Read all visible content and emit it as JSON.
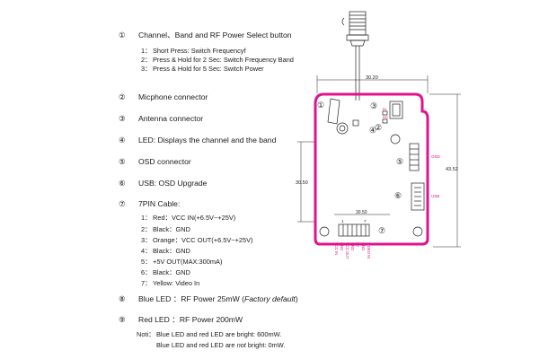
{
  "items": [
    {
      "number": "①",
      "text": "Channel、Band and RF Power Select button"
    },
    {
      "number": "②",
      "text": "Micphone connector"
    },
    {
      "number": "③",
      "text": "Antenna connector"
    },
    {
      "number": "④",
      "text": "LED: Displays the channel and the band"
    },
    {
      "number": "⑤",
      "text": "OSD connector"
    },
    {
      "number": "⑥",
      "text": "USB: OSD Upgrade"
    },
    {
      "number": "⑦",
      "text": "7PIN Cable:"
    },
    {
      "number": "⑧",
      "text": "Blue LED ：RF Power 25mW (",
      "emph": "Factory default",
      "after": ")"
    },
    {
      "number": "⑨",
      "text": "Red LED ：RF Power 200mW"
    }
  ],
  "button_modes": [
    {
      "n": "1：",
      "text": "Short Press: Switch Frequencyf"
    },
    {
      "n": "2：",
      "text": "Press & Hold for 2 Sec: Switch Frequency Band"
    },
    {
      "n": "3：",
      "text": "Press & Hold for 5 Sec: Switch Power"
    }
  ],
  "pins": [
    {
      "n": "1：",
      "text": "Red：VCC IN(+6.5V~+25V)"
    },
    {
      "n": "2：",
      "text": "Black：GND"
    },
    {
      "n": "3：",
      "text": "Orange：VCC OUT(+6.5V~+25V)"
    },
    {
      "n": "4：",
      "text": "Black：GND"
    },
    {
      "n": "5：",
      "text": "+5V OUT(MAX:300mA)"
    },
    {
      "n": "6：",
      "text": "Black：GND"
    },
    {
      "n": "7：",
      "text": "Yellow: Video In"
    }
  ],
  "note": {
    "label": "Noti：",
    "line1": "Blue LED and red LED are bright: 600mW.",
    "line2_pre": "Blue LED and red LED are ",
    "line2_emph": "not",
    "line2_post": " bright: 0mW."
  },
  "diagram": {
    "dim_top": "30.20",
    "dim_left": "30.50",
    "dim_right": "43.52",
    "dim_inner": "30.50",
    "markers": [
      "①",
      "②",
      "③",
      "④",
      "⑤",
      "⑥",
      "⑦"
    ],
    "side_labels": [
      "OSD",
      "USB"
    ],
    "led_labels": [
      "BL",
      "RD"
    ],
    "cable_labels": [
      "VIDEO IN",
      "GND",
      "5V",
      "GND",
      "VCC OUT",
      "GND",
      "VCC IN"
    ],
    "pin_labels": [
      "1",
      "7"
    ]
  },
  "colors": {
    "board_outline": "#e0138c",
    "line": "#222222"
  }
}
